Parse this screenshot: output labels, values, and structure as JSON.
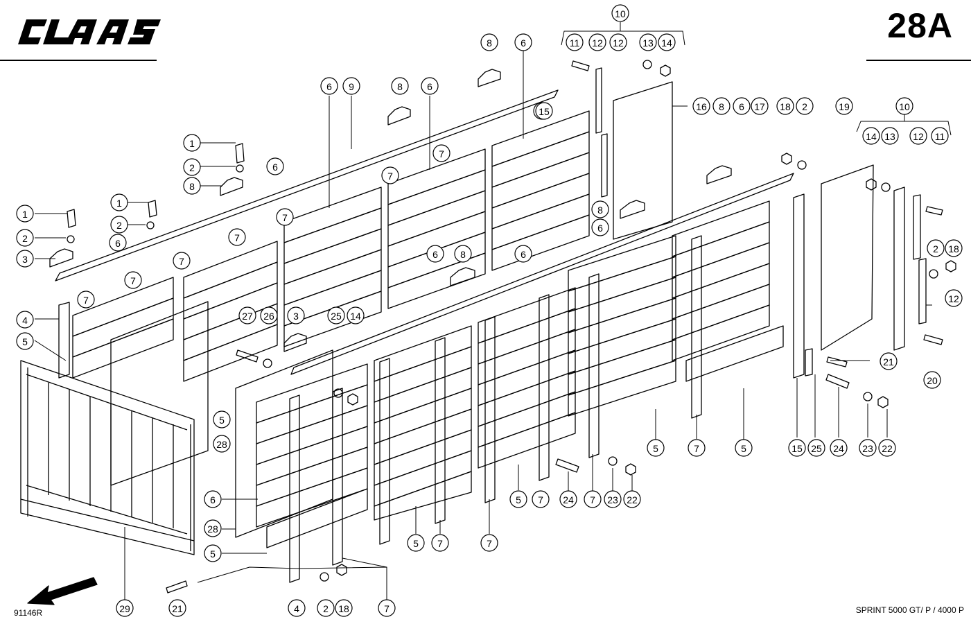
{
  "header": {
    "logo_text": "CLAAS",
    "page_number": "28A"
  },
  "footer": {
    "drawing_id": "91146R",
    "model": "SPRINT 5000 GT/ P / 4000 P"
  },
  "colors": {
    "ink": "#000000",
    "paper": "#ffffff"
  },
  "callouts": [
    "1",
    "2",
    "3",
    "4",
    "5",
    "6",
    "7",
    "8",
    "9",
    "10",
    "11",
    "12",
    "13",
    "14",
    "15",
    "16",
    "17",
    "18",
    "19",
    "20",
    "21",
    "22",
    "23",
    "24",
    "25",
    "26",
    "27",
    "28",
    "29"
  ]
}
